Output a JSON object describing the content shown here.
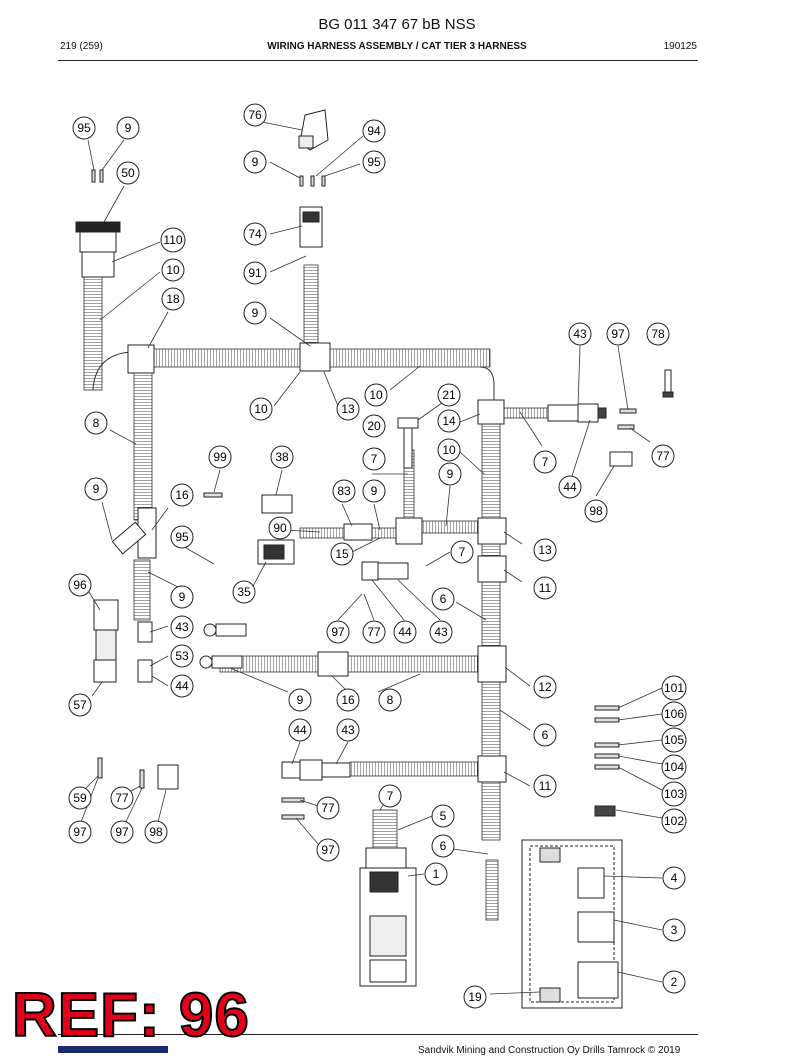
{
  "header": {
    "doc_number": "BG 011 347 67 bB NSS",
    "page": "219 (259)",
    "title": "WIRING HARNESS ASSEMBLY / CAT TIER 3 HARNESS",
    "code": "190125"
  },
  "footer": {
    "copyright": "Sandvik Mining and Construction Oy Drills Tamrock © 2019"
  },
  "stamp": {
    "text": "REF: 96",
    "color": "#e3001b"
  },
  "callouts": [
    {
      "id": "c95a",
      "label": "95"
    },
    {
      "id": "c9a",
      "label": "9"
    },
    {
      "id": "c50",
      "label": "50"
    },
    {
      "id": "c110",
      "label": "110"
    },
    {
      "id": "c10a",
      "label": "10"
    },
    {
      "id": "c18",
      "label": "18"
    },
    {
      "id": "c76",
      "label": "76"
    },
    {
      "id": "c94",
      "label": "94"
    },
    {
      "id": "c9b",
      "label": "9"
    },
    {
      "id": "c95b",
      "label": "95"
    },
    {
      "id": "c74",
      "label": "74"
    },
    {
      "id": "c91",
      "label": "91"
    },
    {
      "id": "c9c",
      "label": "9"
    },
    {
      "id": "c43a",
      "label": "43"
    },
    {
      "id": "c97a",
      "label": "97"
    },
    {
      "id": "c78",
      "label": "78"
    },
    {
      "id": "c10b",
      "label": "10"
    },
    {
      "id": "c21",
      "label": "21"
    },
    {
      "id": "c10c",
      "label": "10"
    },
    {
      "id": "c13a",
      "label": "13"
    },
    {
      "id": "c20",
      "label": "20"
    },
    {
      "id": "c14",
      "label": "14"
    },
    {
      "id": "c8a",
      "label": "8"
    },
    {
      "id": "c10d",
      "label": "10"
    },
    {
      "id": "c7a",
      "label": "7"
    },
    {
      "id": "c77a",
      "label": "77"
    },
    {
      "id": "c99",
      "label": "99"
    },
    {
      "id": "c38",
      "label": "38"
    },
    {
      "id": "c7b",
      "label": "7"
    },
    {
      "id": "c9d",
      "label": "9"
    },
    {
      "id": "c44a",
      "label": "44"
    },
    {
      "id": "c9e",
      "label": "9"
    },
    {
      "id": "c16a",
      "label": "16"
    },
    {
      "id": "c83",
      "label": "83"
    },
    {
      "id": "c9f",
      "label": "9"
    },
    {
      "id": "c98a",
      "label": "98"
    },
    {
      "id": "c90",
      "label": "90"
    },
    {
      "id": "c95c",
      "label": "95"
    },
    {
      "id": "c15",
      "label": "15"
    },
    {
      "id": "c7c",
      "label": "7"
    },
    {
      "id": "c13b",
      "label": "13"
    },
    {
      "id": "c96",
      "label": "96"
    },
    {
      "id": "c35",
      "label": "35"
    },
    {
      "id": "c9g",
      "label": "9"
    },
    {
      "id": "c11a",
      "label": "11"
    },
    {
      "id": "c6a",
      "label": "6"
    },
    {
      "id": "c43b",
      "label": "43"
    },
    {
      "id": "c97b",
      "label": "97"
    },
    {
      "id": "c77b",
      "label": "77"
    },
    {
      "id": "c44b",
      "label": "44"
    },
    {
      "id": "c43c",
      "label": "43"
    },
    {
      "id": "c53",
      "label": "53"
    },
    {
      "id": "c44c",
      "label": "44"
    },
    {
      "id": "c12",
      "label": "12"
    },
    {
      "id": "c101",
      "label": "101"
    },
    {
      "id": "c57",
      "label": "57"
    },
    {
      "id": "c9h",
      "label": "9"
    },
    {
      "id": "c16b",
      "label": "16"
    },
    {
      "id": "c8b",
      "label": "8"
    },
    {
      "id": "c106",
      "label": "106"
    },
    {
      "id": "c44d",
      "label": "44"
    },
    {
      "id": "c43d",
      "label": "43"
    },
    {
      "id": "c6b",
      "label": "6"
    },
    {
      "id": "c105",
      "label": "105"
    },
    {
      "id": "c104",
      "label": "104"
    },
    {
      "id": "c11b",
      "label": "11"
    },
    {
      "id": "c103",
      "label": "103"
    },
    {
      "id": "c59",
      "label": "59"
    },
    {
      "id": "c77c",
      "label": "77"
    },
    {
      "id": "c7d",
      "label": "7"
    },
    {
      "id": "c77d",
      "label": "77"
    },
    {
      "id": "c5",
      "label": "5"
    },
    {
      "id": "c102",
      "label": "102"
    },
    {
      "id": "c97c",
      "label": "97"
    },
    {
      "id": "c97d",
      "label": "97"
    },
    {
      "id": "c98b",
      "label": "98"
    },
    {
      "id": "c97e",
      "label": "97"
    },
    {
      "id": "c6c",
      "label": "6"
    },
    {
      "id": "c1",
      "label": "1"
    },
    {
      "id": "c4",
      "label": "4"
    },
    {
      "id": "c3",
      "label": "3"
    },
    {
      "id": "c2",
      "label": "2"
    },
    {
      "id": "c19",
      "label": "19"
    }
  ]
}
